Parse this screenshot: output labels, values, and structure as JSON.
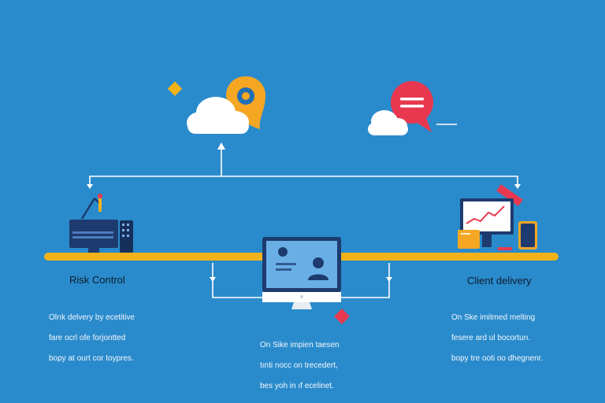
{
  "colors": {
    "background": "#2a8bcc",
    "timeline": "#f2b21a",
    "accent_orange": "#f5a623",
    "accent_red": "#e8384f",
    "cloud": "#ffffff",
    "connector": "#ffffff",
    "device_dark": "#1d3b6e"
  },
  "icons": [
    "cloud-icon",
    "location-pin-icon",
    "gear-icon",
    "chat-bubble-icon",
    "desk-lamp-icon",
    "monitor-icon",
    "computer-icon",
    "user-icon",
    "chart-icon",
    "diamond-icon"
  ],
  "nodes": {
    "left": {
      "title": "Risk Control",
      "desc": [
        "Olrık delvery by ecetitive",
        "fare ocrl ofe forjontted",
        "bopy at ourt cor toypres."
      ]
    },
    "center": {
      "desc": [
        "On Sike impien taesen",
        "tınti nocc on trecedert,",
        "bes yoh in ıf ecelinet."
      ]
    },
    "right": {
      "title": "Client delivery",
      "desc": [
        "On Ske imitmed melting",
        "fesere ard ul bocortun.",
        "bopy tre ooti oo dhegnenr."
      ]
    }
  }
}
